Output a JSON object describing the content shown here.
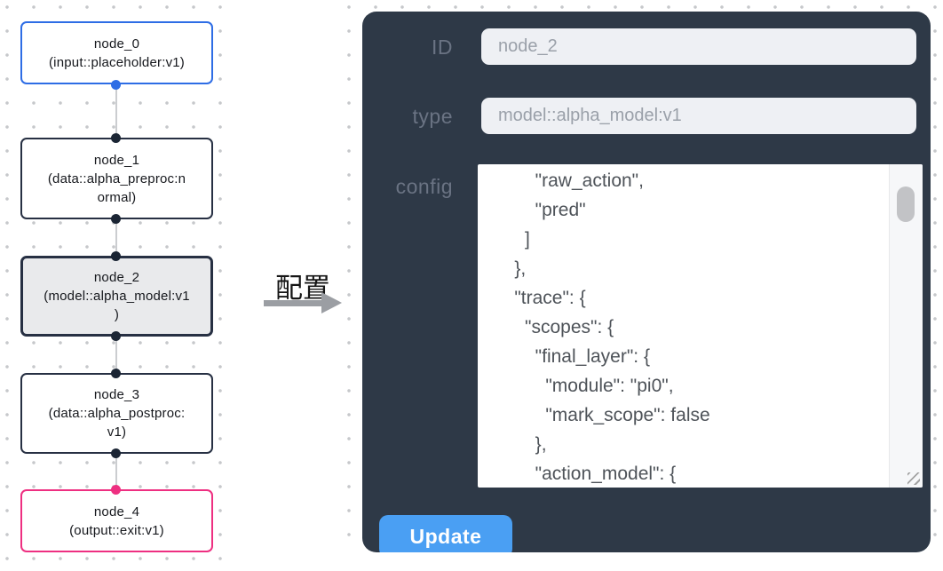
{
  "graph": {
    "nodes": [
      {
        "id": "node_0",
        "label": "node_0\n(input::placeholder:v1)",
        "kind": "input"
      },
      {
        "id": "node_1",
        "label": "node_1\n(data::alpha_preproc:n\normal)",
        "kind": "process"
      },
      {
        "id": "node_2",
        "label": "node_2\n(model::alpha_model:v1\n)",
        "kind": "model-selected"
      },
      {
        "id": "node_3",
        "label": "node_3\n(data::alpha_postproc:\nv1)",
        "kind": "process"
      },
      {
        "id": "node_4",
        "label": "node_4\n(output::exit:v1)",
        "kind": "output"
      }
    ]
  },
  "transition": {
    "label": "配置"
  },
  "inspector": {
    "id_label": "ID",
    "id_value": "node_2",
    "type_label": "type",
    "type_value": "model::alpha_model:v1",
    "config_label": "config",
    "config_text": "        \"raw_action\",\n        \"pred\"\n      ]\n    },\n    \"trace\": {\n      \"scopes\": {\n        \"final_layer\": {\n          \"module\": \"pi0\",\n          \"mark_scope\": false\n        },\n        \"action_model\": {",
    "update_label": "Update"
  },
  "colors": {
    "canvas_dot": "#c6c8cb",
    "node_border": "#273043",
    "input_node_border": "#2e6de5",
    "output_node_border": "#ee2f81",
    "selected_node_fill": "#e9eaec",
    "edge": "#cbcdd0",
    "panel_bg": "#2e3947",
    "panel_label": "#6a7383",
    "field_bg": "#eef0f4",
    "field_text": "#9aa0a9",
    "config_bg": "#ffffff",
    "config_text": "#4e5359",
    "update_button_bg": "#4a9ff3",
    "update_button_text": "#ffffff"
  }
}
